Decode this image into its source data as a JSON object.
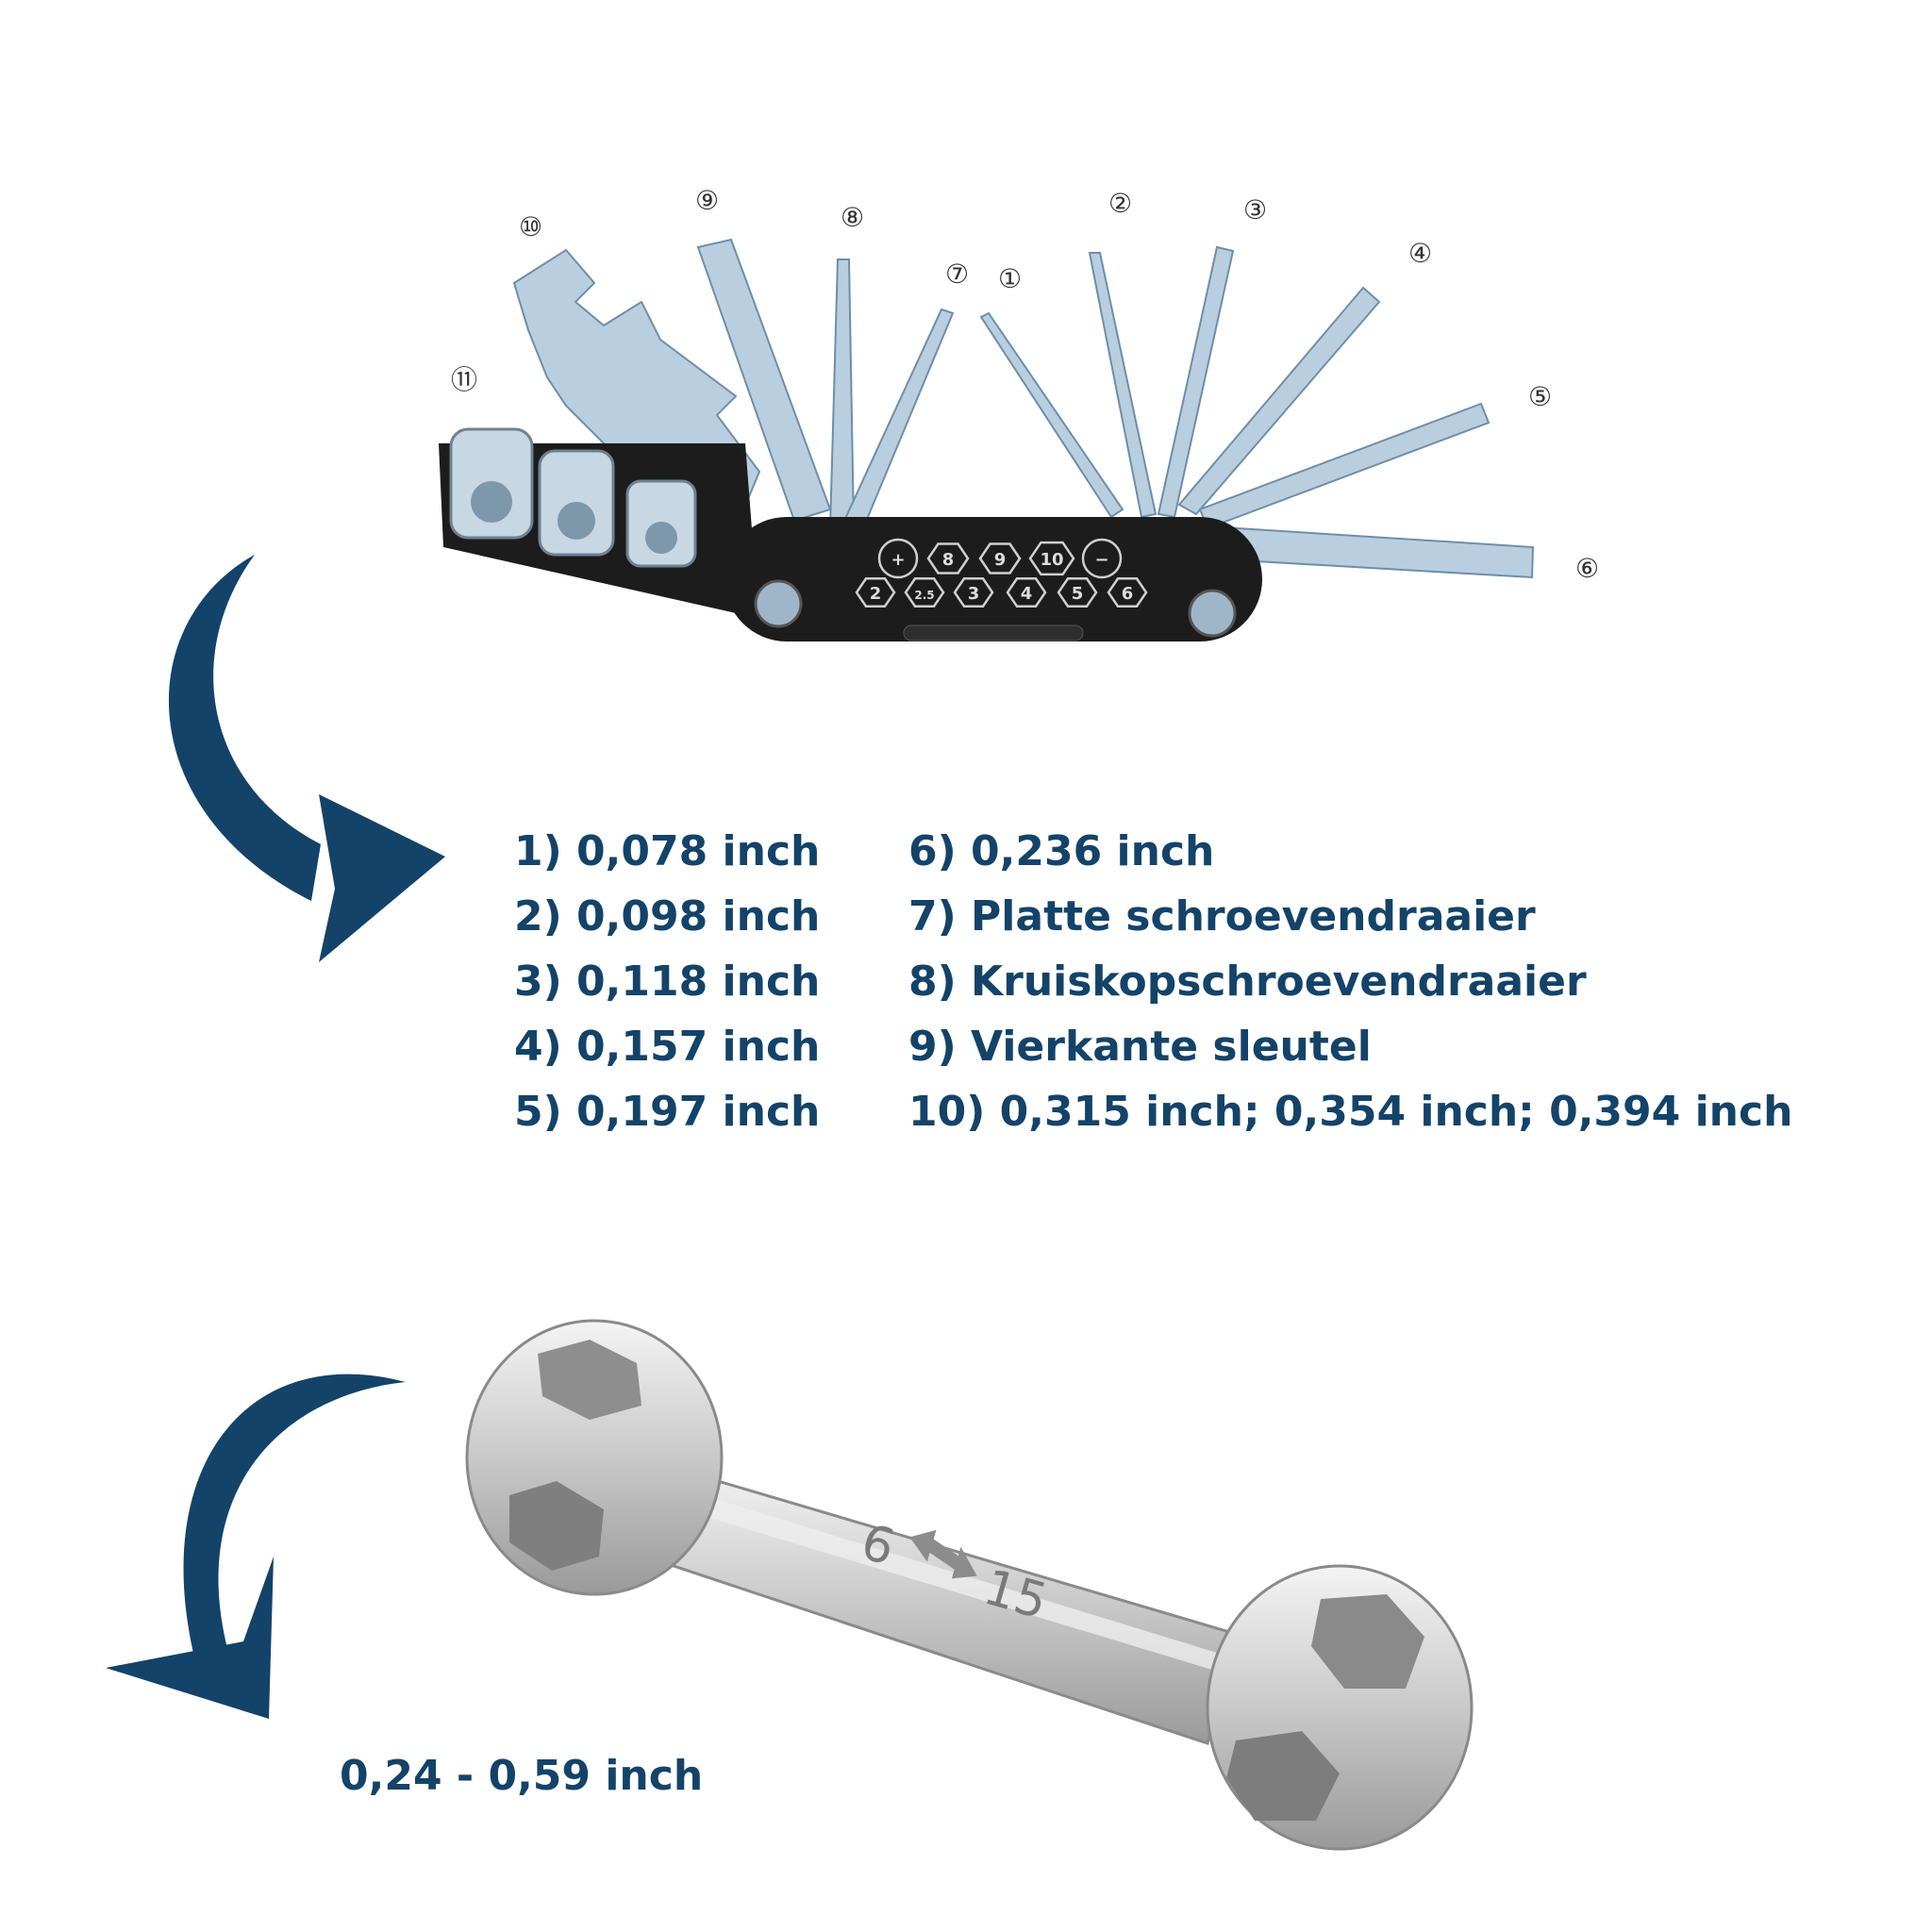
{
  "colors": {
    "accent": "#144369",
    "body_black": "#1c1c1c",
    "tool_steel": "#b9cfe0",
    "chrome": "#d0d0d0"
  },
  "multitool": {
    "callouts": [
      "①",
      "②",
      "③",
      "④",
      "⑤",
      "⑥",
      "⑦",
      "⑧",
      "⑨",
      "⑩",
      "⑪"
    ],
    "body_size_marks": [
      "+",
      "8",
      "9",
      "10",
      "−",
      "2",
      "2.5",
      "3",
      "4",
      "5",
      "6"
    ]
  },
  "specs": {
    "left": [
      "1) 0,078 inch",
      "2) 0,098 inch",
      "3) 0,118 inch",
      "4) 0,157 inch",
      "5) 0,197 inch"
    ],
    "right": [
      "6) 0,236 inch",
      "7) Platte schroevendraaier",
      "8) Kruiskopschroevendraaier",
      "9) Vierkante sleutel",
      "10) 0,315 inch; 0,354 inch; 0,394 inch"
    ]
  },
  "bone_wrench": {
    "engraving": [
      "6",
      "15"
    ],
    "size_text": "0,24 - 0,59 inch"
  },
  "icons": [
    "curved-arrow-icon",
    "curved-arrow-icon"
  ]
}
